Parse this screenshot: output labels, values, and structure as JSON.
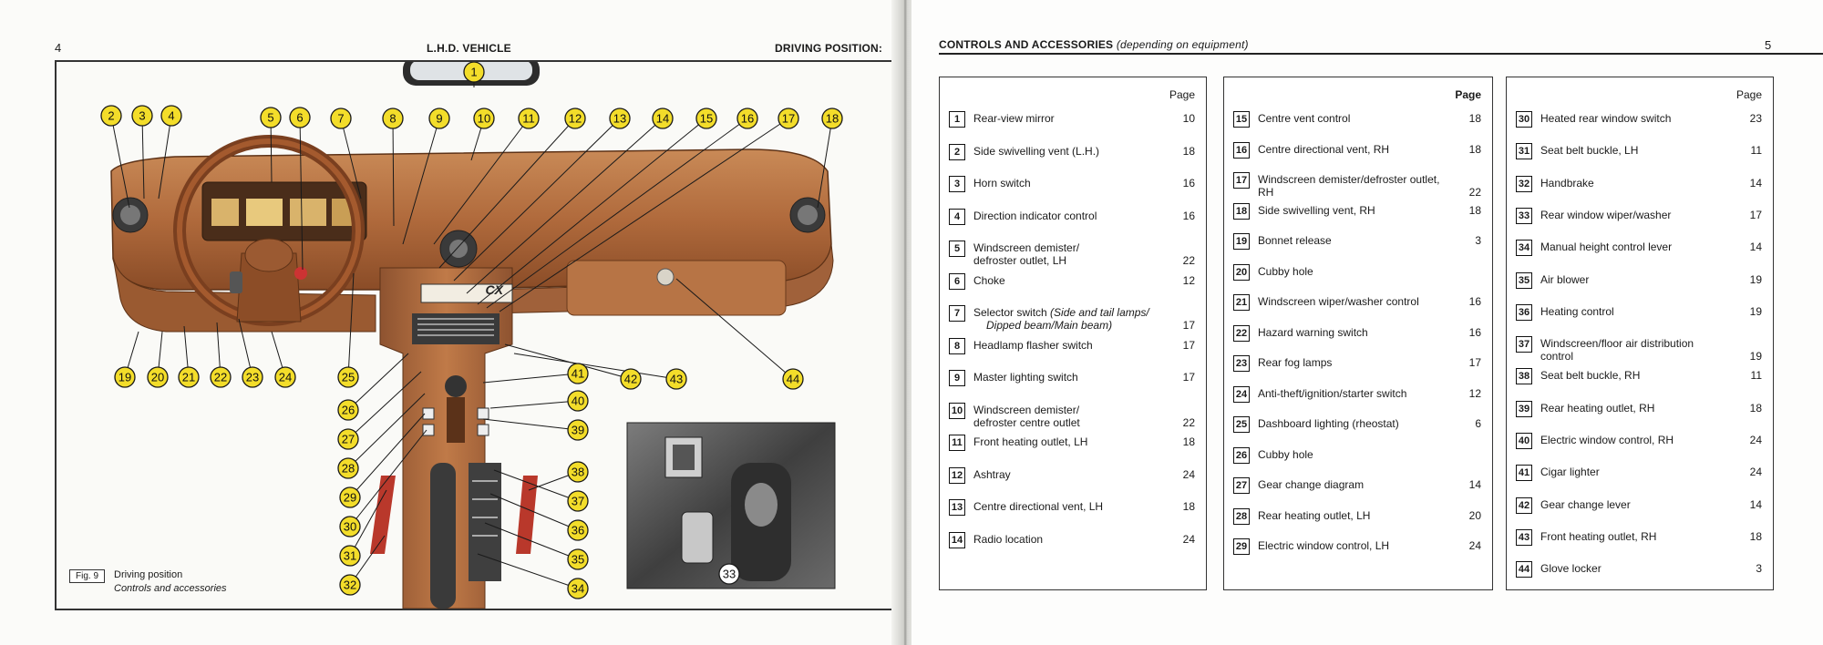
{
  "left_page": {
    "page_number": "4",
    "header_center": "L.H.D. VEHICLE",
    "header_right": "DRIVING POSITION:",
    "figure": {
      "label": "Fig. 9",
      "title": "Driving position",
      "subtitle": "Controls and accessories",
      "console_badge": "CX",
      "callouts": [
        "1",
        "2",
        "3",
        "4",
        "5",
        "6",
        "7",
        "8",
        "9",
        "10",
        "11",
        "12",
        "13",
        "14",
        "15",
        "16",
        "17",
        "18",
        "19",
        "20",
        "21",
        "22",
        "23",
        "24",
        "25",
        "26",
        "27",
        "28",
        "29",
        "30",
        "31",
        "32",
        "33",
        "34",
        "35",
        "36",
        "37",
        "38",
        "39",
        "40",
        "41",
        "42",
        "43",
        "44"
      ]
    }
  },
  "right_page": {
    "page_number": "5",
    "header_title": "CONTROLS AND ACCESSORIES",
    "header_note": "(depending on equipment)",
    "column_label": "Page",
    "columns": [
      [
        {
          "n": "1",
          "text": "Rear-view mirror",
          "page": "10"
        },
        {
          "n": "2",
          "text": "Side swivelling vent (L.H.)",
          "page": "18"
        },
        {
          "n": "3",
          "text": "Horn switch",
          "page": "16"
        },
        {
          "n": "4",
          "text": "Direction indicator control",
          "page": "16"
        },
        {
          "n": "5",
          "text": "Windscreen demister/",
          "text2": "defroster outlet, LH",
          "page": "22"
        },
        {
          "n": "6",
          "text": "Choke",
          "page": "12"
        },
        {
          "n": "7",
          "text": "Selector switch",
          "note": "(Side and tail lamps/",
          "note2": "Dipped beam/Main beam)",
          "page": "17"
        },
        {
          "n": "8",
          "text": "Headlamp flasher switch",
          "page": "17"
        },
        {
          "n": "9",
          "text": "Master lighting switch",
          "page": "17"
        },
        {
          "n": "10",
          "text": "Windscreen demister/",
          "text2": "defroster centre outlet",
          "page": "22"
        },
        {
          "n": "11",
          "text": "Front heating outlet, LH",
          "page": "18"
        },
        {
          "n": "12",
          "text": "Ashtray",
          "page": "24"
        },
        {
          "n": "13",
          "text": "Centre directional vent, LH",
          "page": "18"
        },
        {
          "n": "14",
          "text": "Radio location",
          "page": "24"
        }
      ],
      [
        {
          "n": "15",
          "text": "Centre vent control",
          "page": "18"
        },
        {
          "n": "16",
          "text": "Centre directional vent, RH",
          "page": "18"
        },
        {
          "n": "17",
          "text": "Windscreen demister/defroster outlet,",
          "text2": "RH",
          "page": "22"
        },
        {
          "n": "18",
          "text": "Side swivelling vent, RH",
          "page": "18"
        },
        {
          "n": "19",
          "text": "Bonnet release",
          "page": "3"
        },
        {
          "n": "20",
          "text": "Cubby hole",
          "page": ""
        },
        {
          "n": "21",
          "text": "Windscreen wiper/washer control",
          "page": "16"
        },
        {
          "n": "22",
          "text": "Hazard warning switch",
          "page": "16"
        },
        {
          "n": "23",
          "text": "Rear fog lamps",
          "page": "17"
        },
        {
          "n": "24",
          "text": "Anti-theft/ignition/starter switch",
          "page": "12"
        },
        {
          "n": "25",
          "text": "Dashboard lighting (rheostat)",
          "page": "6"
        },
        {
          "n": "26",
          "text": "Cubby hole",
          "page": ""
        },
        {
          "n": "27",
          "text": "Gear change diagram",
          "page": "14"
        },
        {
          "n": "28",
          "text": "Rear heating outlet, LH",
          "page": "20"
        },
        {
          "n": "29",
          "text": "Electric window control, LH",
          "page": "24"
        }
      ],
      [
        {
          "n": "30",
          "text": "Heated rear window switch",
          "page": "23"
        },
        {
          "n": "31",
          "text": "Seat belt buckle, LH",
          "page": "11"
        },
        {
          "n": "32",
          "text": "Handbrake",
          "page": "14"
        },
        {
          "n": "33",
          "text": "Rear window wiper/washer",
          "page": "17"
        },
        {
          "n": "34",
          "text": "Manual height control lever",
          "page": "14"
        },
        {
          "n": "35",
          "text": "Air blower",
          "page": "19"
        },
        {
          "n": "36",
          "text": "Heating control",
          "page": "19"
        },
        {
          "n": "37",
          "text": "Windscreen/floor air distribution",
          "text2": "control",
          "page": "19"
        },
        {
          "n": "38",
          "text": "Seat belt buckle, RH",
          "page": "11"
        },
        {
          "n": "39",
          "text": "Rear heating outlet, RH",
          "page": "18"
        },
        {
          "n": "40",
          "text": "Electric window control, RH",
          "page": "24"
        },
        {
          "n": "41",
          "text": "Cigar lighter",
          "page": "24"
        },
        {
          "n": "42",
          "text": "Gear change lever",
          "page": "14"
        },
        {
          "n": "43",
          "text": "Front heating outlet, RH",
          "page": "18"
        },
        {
          "n": "44",
          "text": "Glove locker",
          "page": "3"
        }
      ]
    ]
  },
  "colors": {
    "dashboard": "#b06a3c",
    "callout_fill": "#f3dd2a",
    "ink": "#1a1a1a"
  }
}
